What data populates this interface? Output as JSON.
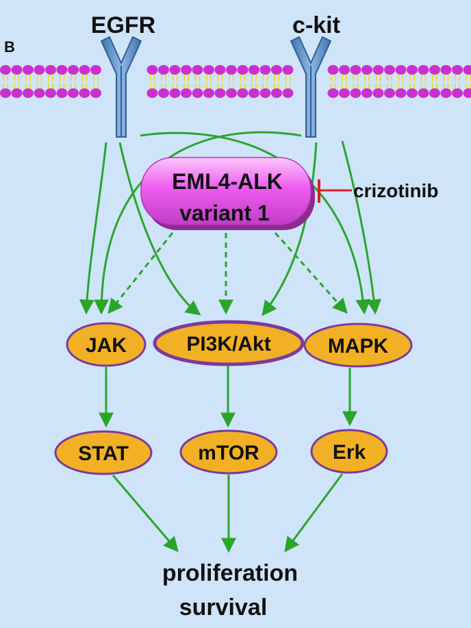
{
  "panel": {
    "label": "B"
  },
  "receptors": [
    {
      "id": "egfr",
      "label": "EGFR"
    },
    {
      "id": "ckit",
      "label": "c-kit"
    }
  ],
  "fusion": {
    "line1": "EML4-ALK",
    "line2": "variant 1"
  },
  "inhibitor": {
    "label": "crizotinib"
  },
  "pathways": [
    {
      "id": "jak",
      "label": "JAK"
    },
    {
      "id": "pi3k",
      "label": "PI3K/Akt"
    },
    {
      "id": "mapk",
      "label": "MAPK"
    }
  ],
  "downstream": [
    {
      "id": "stat",
      "label": "STAT"
    },
    {
      "id": "mtor",
      "label": "mTOR"
    },
    {
      "id": "erk",
      "label": "Erk"
    }
  ],
  "outcome": {
    "line1": "proliferation",
    "line2": "survival"
  },
  "colors": {
    "background": "#cfe4f8",
    "membrane_head": "#cc2fcf",
    "membrane_tail": "#e8e030",
    "receptor": "#5b8fc9",
    "receptor_edge": "#2f5f93",
    "fusion_fill": "#ee5cf0",
    "node_fill": "#f2b024",
    "node_edge": "#7a3aa0",
    "arrow": "#2aa52a",
    "inhibit": "#d62020"
  }
}
